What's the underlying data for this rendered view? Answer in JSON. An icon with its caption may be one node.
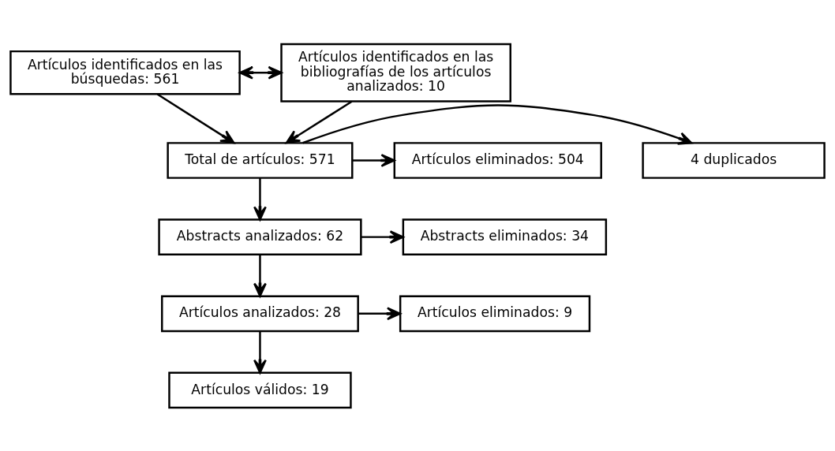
{
  "diagram": {
    "nodes": [
      {
        "text": [
          "Artículos identificados en las búsquedas: 561"
        ]
      },
      {
        "text": [
          "Artículos identificados en las bibliografías de los artículos analizados: 10"
        ]
      },
      {
        "text": [
          "4 duplicados"
        ]
      },
      {
        "text": [
          "Total de artículos: 571"
        ]
      },
      {
        "text": [
          "Artículos eliminados: 504"
        ]
      },
      {
        "text": [
          "Abstracts analizados: 62"
        ]
      },
      {
        "text": [
          "Abstracts eliminados: 34"
        ]
      },
      {
        "text": [
          "Artículos analizados: 28"
        ]
      },
      {
        "text": [
          "Artículos eliminados: 9"
        ]
      },
      {
        "text": [
          "Artículos válidos: 19"
        ]
      }
    ],
    "edges": [
      {
        "from": 0,
        "to": 1,
        "arrow": "both"
      },
      {
        "from": 0,
        "to": 3,
        "arrow": "to"
      },
      {
        "from": 1,
        "to": 3,
        "arrow": "to"
      },
      {
        "from": 3,
        "to": 2,
        "arrow": "to"
      },
      {
        "from": 3,
        "to": 4,
        "arrow": "to"
      },
      {
        "from": 3,
        "to": 5,
        "arrow": "to"
      },
      {
        "from": 5,
        "to": 6,
        "arrow": "to"
      },
      {
        "from": 5,
        "to": 7,
        "arrow": "to"
      },
      {
        "from": 7,
        "to": 8,
        "arrow": "to"
      },
      {
        "from": 7,
        "to": 9,
        "arrow": "to"
      }
    ]
  }
}
